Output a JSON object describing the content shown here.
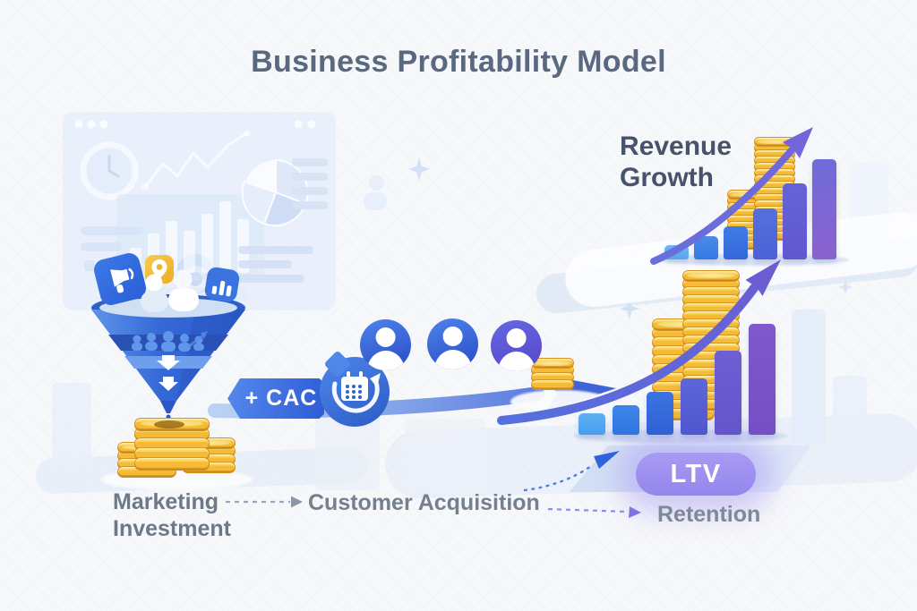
{
  "title": "Business Profitability Model",
  "revenue_growth": {
    "line1": "Revenue",
    "line2": "Growth"
  },
  "badges": {
    "cac": "+ CAC",
    "ltv": "LTV"
  },
  "flow": {
    "step1": "Marketing Investment",
    "step2": "Customer Acquisition",
    "step3": "Retention"
  },
  "icons": {
    "dashboard": "analytics-dashboard-icon",
    "megaphone": "megaphone-icon",
    "pin": "map-pin-icon",
    "donut": "donut-chart-icon",
    "mini_bars": "bar-chart-icon",
    "funnel": "marketing-funnel-icon",
    "calendar_refresh": "calendar-refresh-icon",
    "user": "user-avatar-icon",
    "coins": "coin-stack-icon",
    "growth_arrow": "upward-growth-arrow-icon"
  },
  "colors": {
    "title_text": "#5a6880",
    "label_text": "#6e7988",
    "revenue_text": "#47536a",
    "accent_blue": "#2f6fe0",
    "accent_purple": "#7b5fd6",
    "coin_gold": "#f6c33e",
    "badge_cac_bg": "#3566d9",
    "badge_ltv_bg": "#9b8ff0"
  },
  "chart_data": [
    {
      "type": "bar",
      "name": "revenue-growth-chart",
      "title": "Revenue Growth",
      "values": [
        14,
        23,
        33,
        51,
        76,
        100
      ],
      "ylim": [
        0,
        100
      ],
      "bar_colors": [
        "#72b4f3",
        "#4b8ceb",
        "#3f7ce4",
        "#5570dc",
        "#6763d6",
        "#6f6bd9"
      ],
      "bar_colors_bottom": [
        "#58a3ee",
        "#3579e3",
        "#3366da",
        "#4b62d6",
        "#5f58d0",
        "#8b62cf"
      ],
      "annotations": [
        "upward curved arrow",
        "gold coin stacks"
      ]
    },
    {
      "type": "bar",
      "name": "ltv-growth-chart",
      "title": "LTV",
      "values": [
        19,
        27,
        39,
        51,
        76,
        100
      ],
      "ylim": [
        0,
        100
      ],
      "bar_colors": [
        "#5fb0f2",
        "#3c86ea",
        "#3a74df",
        "#5e66d8",
        "#6e5fd3",
        "#7e58cc"
      ],
      "bar_colors_bottom": [
        "#47a0ee",
        "#2f74e0",
        "#3061d6",
        "#5056cf",
        "#6455cc",
        "#7450c4"
      ],
      "annotations": [
        "upward curved arrow",
        "gold coin stacks"
      ]
    }
  ]
}
